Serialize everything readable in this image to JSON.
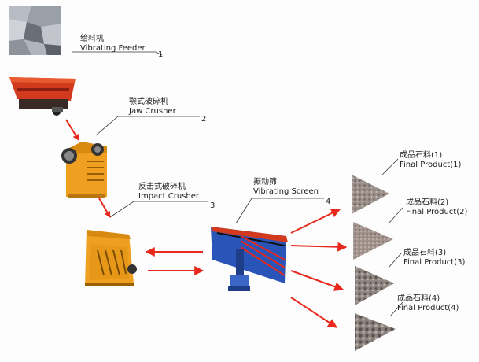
{
  "stages": [
    {
      "id": 1,
      "zh": "给料机",
      "en": "Vibrating Feeder",
      "num": "1"
    },
    {
      "id": 2,
      "zh": "颚式破碎机",
      "en": "Jaw Crusher",
      "num": "2"
    },
    {
      "id": 3,
      "zh": "反击式破碎机",
      "en": "Impact Crusher",
      "num": "3"
    },
    {
      "id": 4,
      "zh": "振动筛",
      "en": "Vibrating Screen",
      "num": "4"
    }
  ],
  "products": [
    {
      "zh": "成品石料(1)",
      "en": "Final Product(1)"
    },
    {
      "zh": "成品石料(2)",
      "en": "Final Product(2)"
    },
    {
      "zh": "成品石料(3)",
      "en": "Final Product(3)"
    },
    {
      "zh": "成品石料(4)",
      "en": "Final Product(4)"
    }
  ],
  "colors": {
    "arrow": "#e8281c",
    "machine_orange": "#f0a020",
    "machine_red": "#d23a1e",
    "screen_blue": "#2a55b8",
    "leader_line": "#333333"
  }
}
